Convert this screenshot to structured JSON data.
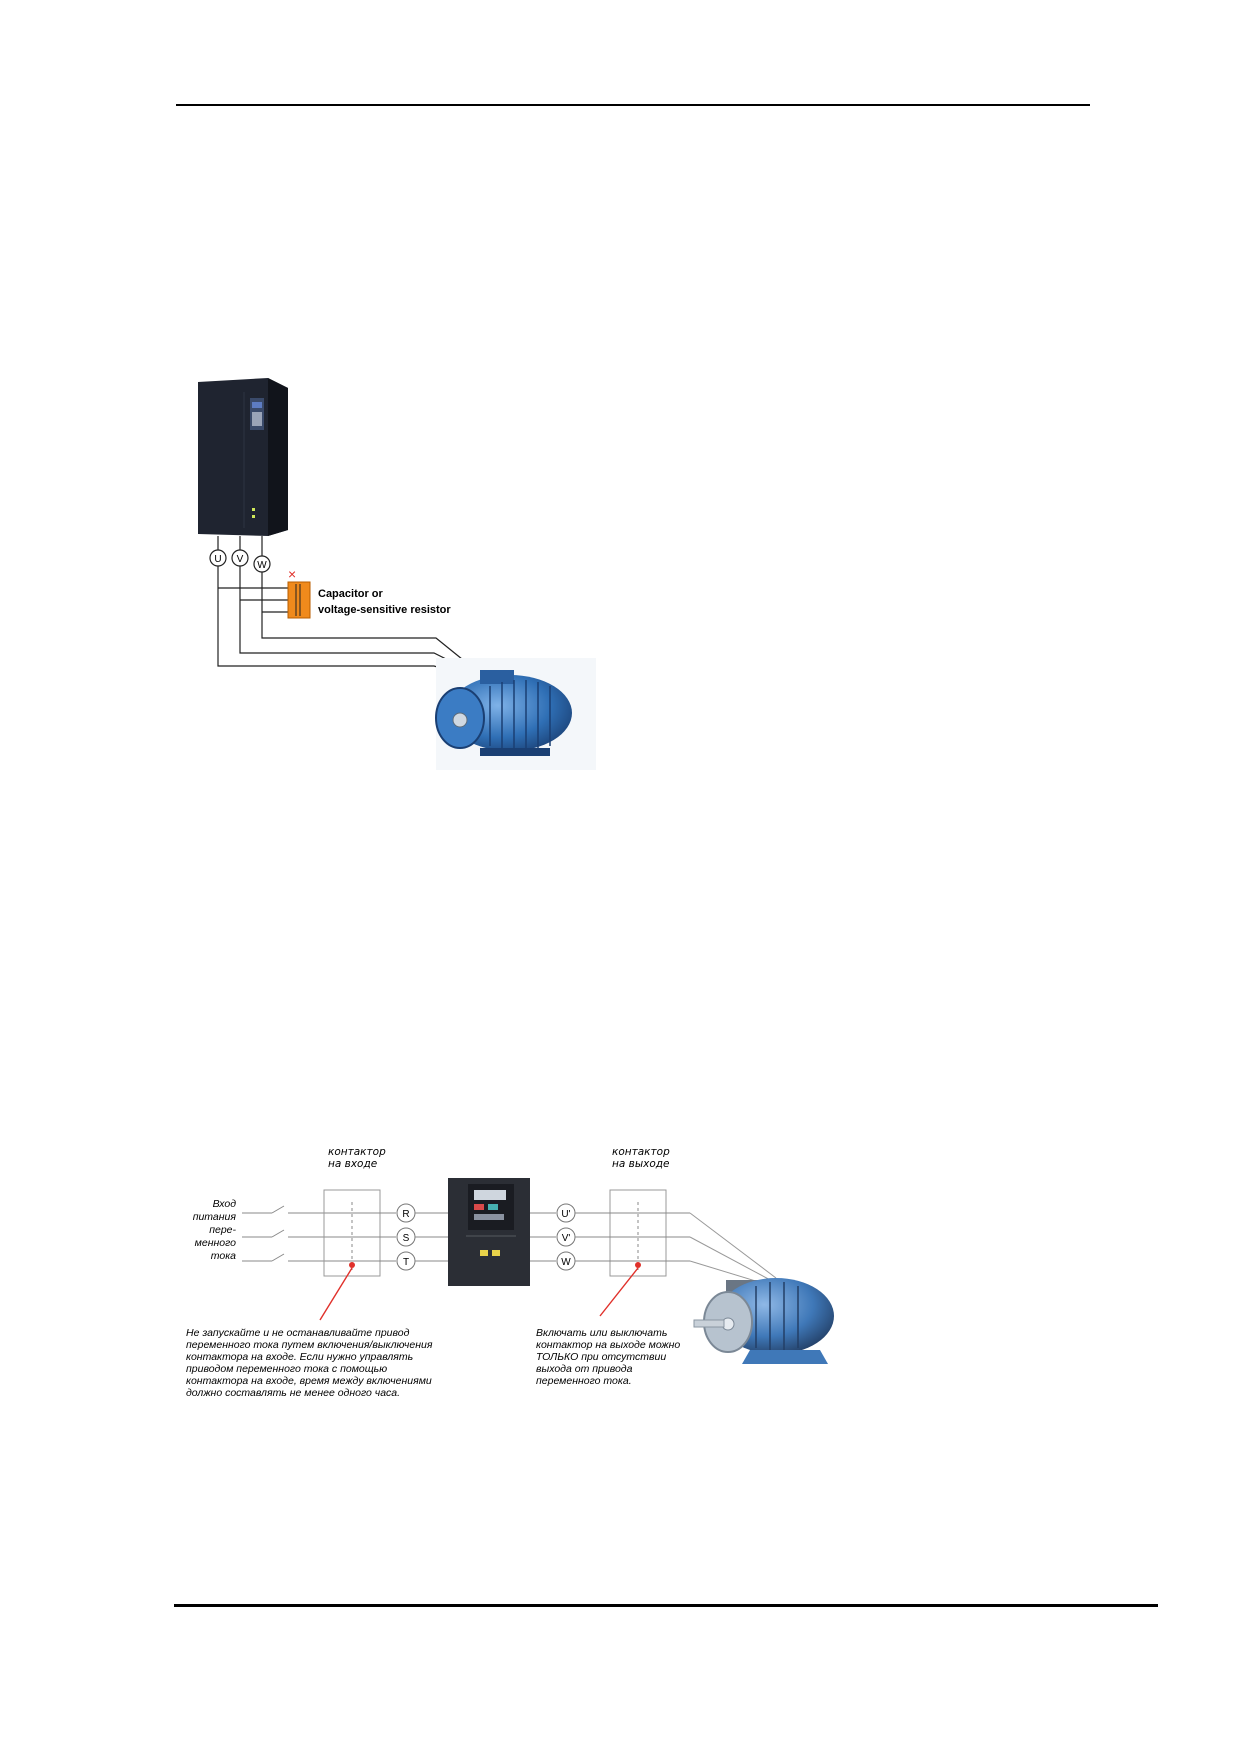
{
  "figure1": {
    "terminals": [
      "U",
      "V",
      "W"
    ],
    "callout_line1": "Capacitor or",
    "callout_line2": "voltage-sensitive resistor",
    "cross_mark": "×"
  },
  "figure2": {
    "input_contactor_label": [
      "контактор",
      "на входе"
    ],
    "output_contactor_label": [
      "контактор",
      "на выходе"
    ],
    "ac_input_label": [
      "Вход",
      "питания",
      "пере-",
      "менного",
      "тока"
    ],
    "input_terminals": [
      "R",
      "S",
      "T"
    ],
    "output_terminals": [
      "U'",
      "V'",
      "W"
    ],
    "note_left": [
      "Не запускайте и не останавливайте привод",
      "переменного тока путем включения/выключения",
      "контактора на входе. Если нужно управлять",
      "приводом переменного тока с помощью",
      "контактора на входе, время между включениями",
      "должно составлять не менее одного часа."
    ],
    "note_right": [
      "Включать или выключать",
      "контактор на выходе можно",
      "ТОЛЬКО при отсутствии",
      "выхода от привода",
      "переменного тока."
    ],
    "colors": {
      "motor": "#2f6fb5",
      "capacitor": "#f08a1c",
      "callout_red": "#e0302a"
    }
  }
}
